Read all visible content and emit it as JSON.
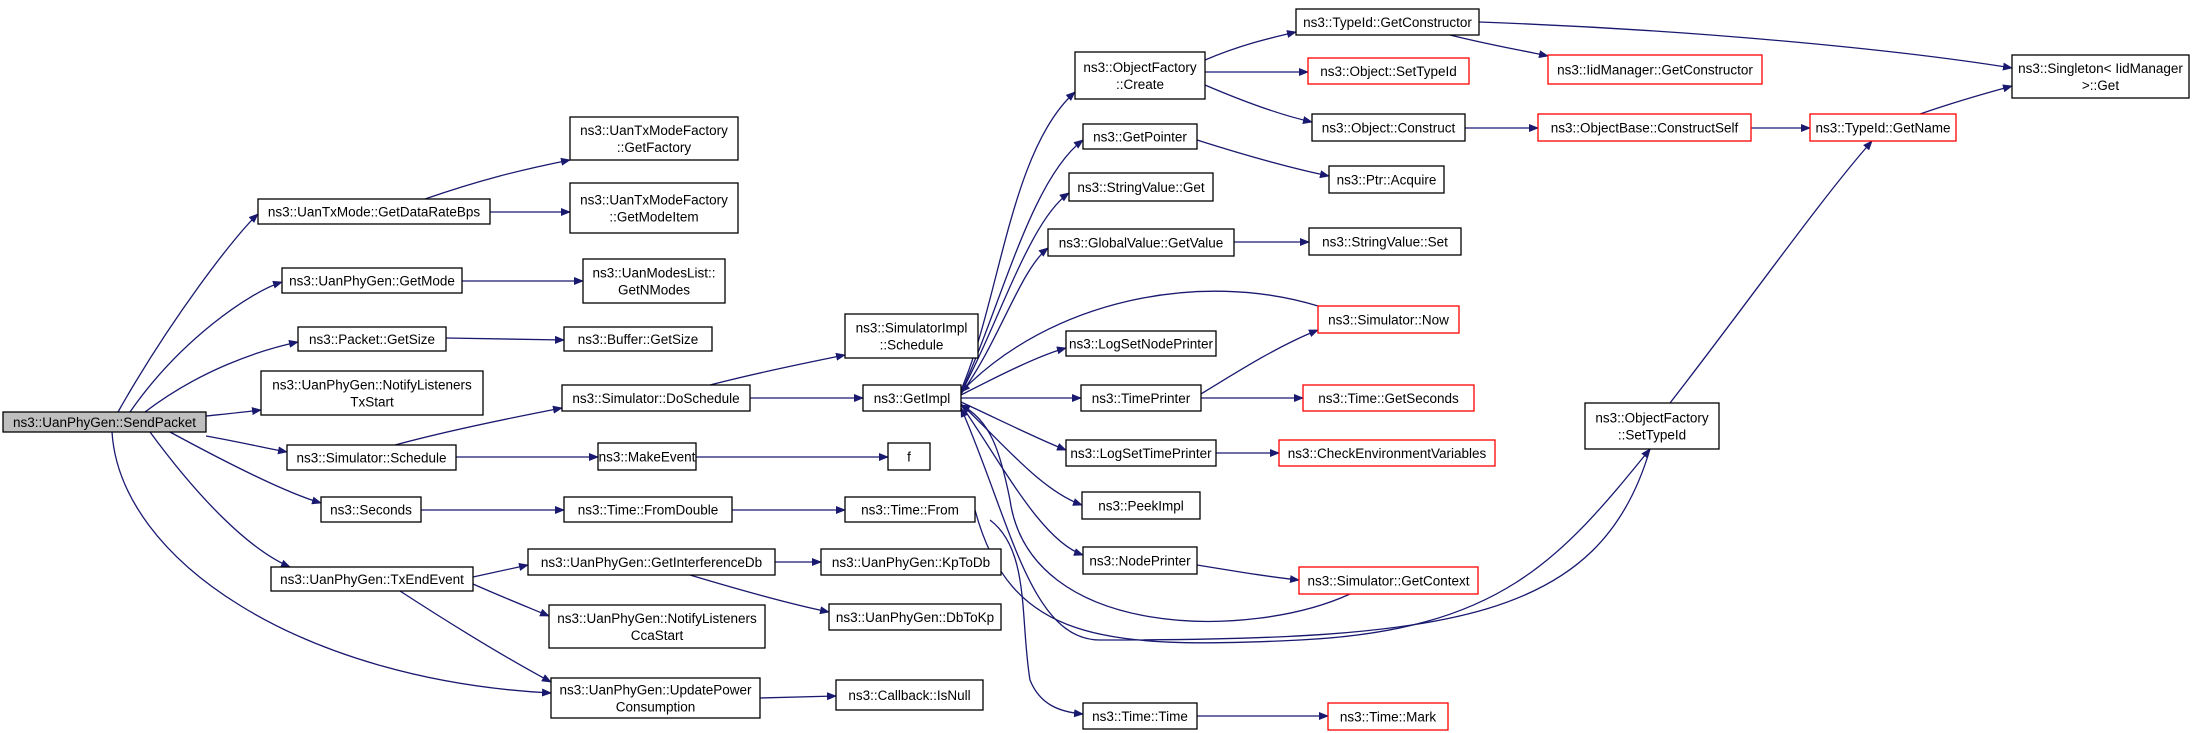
{
  "colors": {
    "edge": "#191970",
    "node_border": "#000000",
    "truncated_border": "#ff0000",
    "root_fill": "#bfbfbf",
    "node_fill": "#ffffff"
  },
  "nodes": [
    {
      "id": "sendpacket",
      "lines": [
        "ns3::UanPhyGen::SendPacket"
      ],
      "kind": "root"
    },
    {
      "id": "getdataratebps",
      "lines": [
        "ns3::UanTxMode::GetDataRateBps"
      ],
      "kind": "normal"
    },
    {
      "id": "getfactory",
      "lines": [
        "ns3::UanTxModeFactory",
        "::GetFactory"
      ],
      "kind": "normal"
    },
    {
      "id": "getmodeitem",
      "lines": [
        "ns3::UanTxModeFactory",
        "::GetModeItem"
      ],
      "kind": "normal"
    },
    {
      "id": "getmode",
      "lines": [
        "ns3::UanPhyGen::GetMode"
      ],
      "kind": "normal"
    },
    {
      "id": "getnmodes",
      "lines": [
        "ns3::UanModesList::",
        "GetNModes"
      ],
      "kind": "normal"
    },
    {
      "id": "packetgetsize",
      "lines": [
        "ns3::Packet::GetSize"
      ],
      "kind": "normal"
    },
    {
      "id": "buffergetsize",
      "lines": [
        "ns3::Buffer::GetSize"
      ],
      "kind": "normal"
    },
    {
      "id": "notifytxstart",
      "lines": [
        "ns3::UanPhyGen::NotifyListeners",
        "TxStart"
      ],
      "kind": "normal"
    },
    {
      "id": "schedule",
      "lines": [
        "ns3::Simulator::Schedule"
      ],
      "kind": "normal"
    },
    {
      "id": "doschedule",
      "lines": [
        "ns3::Simulator::DoSchedule"
      ],
      "kind": "normal"
    },
    {
      "id": "simimplschedule",
      "lines": [
        "ns3::SimulatorImpl",
        "::Schedule"
      ],
      "kind": "normal"
    },
    {
      "id": "makeevent",
      "lines": [
        "ns3::MakeEvent"
      ],
      "kind": "normal"
    },
    {
      "id": "f",
      "lines": [
        "f"
      ],
      "kind": "normal"
    },
    {
      "id": "seconds",
      "lines": [
        "ns3::Seconds"
      ],
      "kind": "normal"
    },
    {
      "id": "fromdouble",
      "lines": [
        "ns3::Time::FromDouble"
      ],
      "kind": "normal"
    },
    {
      "id": "timefrom",
      "lines": [
        "ns3::Time::From"
      ],
      "kind": "normal"
    },
    {
      "id": "txendevent",
      "lines": [
        "ns3::UanPhyGen::TxEndEvent"
      ],
      "kind": "normal"
    },
    {
      "id": "getinterferencedb",
      "lines": [
        "ns3::UanPhyGen::GetInterferenceDb"
      ],
      "kind": "normal"
    },
    {
      "id": "kptodb",
      "lines": [
        "ns3::UanPhyGen::KpToDb"
      ],
      "kind": "normal"
    },
    {
      "id": "dbtokp",
      "lines": [
        "ns3::UanPhyGen::DbToKp"
      ],
      "kind": "normal"
    },
    {
      "id": "notifyccastart",
      "lines": [
        "ns3::UanPhyGen::NotifyListeners",
        "CcaStart"
      ],
      "kind": "normal"
    },
    {
      "id": "updatepower",
      "lines": [
        "ns3::UanPhyGen::UpdatePower",
        "Consumption"
      ],
      "kind": "normal"
    },
    {
      "id": "isnull",
      "lines": [
        "ns3::Callback::IsNull"
      ],
      "kind": "normal"
    },
    {
      "id": "getimpl",
      "lines": [
        "ns3::GetImpl"
      ],
      "kind": "normal"
    },
    {
      "id": "objfactorycreate",
      "lines": [
        "ns3::ObjectFactory",
        "::Create"
      ],
      "kind": "normal"
    },
    {
      "id": "getpointer",
      "lines": [
        "ns3::GetPointer"
      ],
      "kind": "normal"
    },
    {
      "id": "stringvalueget",
      "lines": [
        "ns3::StringValue::Get"
      ],
      "kind": "normal"
    },
    {
      "id": "globalvaluegetvalue",
      "lines": [
        "ns3::GlobalValue::GetValue"
      ],
      "kind": "normal"
    },
    {
      "id": "logsetnodeprinter",
      "lines": [
        "ns3::LogSetNodePrinter"
      ],
      "kind": "normal"
    },
    {
      "id": "timeprinter",
      "lines": [
        "ns3::TimePrinter"
      ],
      "kind": "normal"
    },
    {
      "id": "logsettimeprinter",
      "lines": [
        "ns3::LogSetTimePrinter"
      ],
      "kind": "normal"
    },
    {
      "id": "peekimpl",
      "lines": [
        "ns3::PeekImpl"
      ],
      "kind": "normal"
    },
    {
      "id": "nodeprinter",
      "lines": [
        "ns3::NodePrinter"
      ],
      "kind": "normal"
    },
    {
      "id": "timetime",
      "lines": [
        "ns3::Time::Time"
      ],
      "kind": "normal"
    },
    {
      "id": "getconstructor",
      "lines": [
        "ns3::TypeId::GetConstructor"
      ],
      "kind": "normal"
    },
    {
      "id": "setdtypeid",
      "lines": [
        "ns3::Object::SetTypeId"
      ],
      "kind": "truncated"
    },
    {
      "id": "objectconstruct",
      "lines": [
        "ns3::Object::Construct"
      ],
      "kind": "normal"
    },
    {
      "id": "ptracquire",
      "lines": [
        "ns3::Ptr::Acquire"
      ],
      "kind": "normal"
    },
    {
      "id": "stringvalueset",
      "lines": [
        "ns3::StringValue::Set"
      ],
      "kind": "normal"
    },
    {
      "id": "simnow",
      "lines": [
        "ns3::Simulator::Now"
      ],
      "kind": "truncated"
    },
    {
      "id": "getseconds",
      "lines": [
        "ns3::Time::GetSeconds"
      ],
      "kind": "truncated"
    },
    {
      "id": "checkenv",
      "lines": [
        "ns3::CheckEnvironmentVariables"
      ],
      "kind": "truncated"
    },
    {
      "id": "getcontext",
      "lines": [
        "ns3::Simulator::GetContext"
      ],
      "kind": "truncated"
    },
    {
      "id": "timemark",
      "lines": [
        "ns3::Time::Mark"
      ],
      "kind": "truncated"
    },
    {
      "id": "iidgetconstructor",
      "lines": [
        "ns3::IidManager::GetConstructor"
      ],
      "kind": "truncated"
    },
    {
      "id": "constructself",
      "lines": [
        "ns3::ObjectBase::ConstructSelf"
      ],
      "kind": "truncated"
    },
    {
      "id": "typeidgetname",
      "lines": [
        "ns3::TypeId::GetName"
      ],
      "kind": "truncated"
    },
    {
      "id": "singletonget",
      "lines": [
        "ns3::Singleton< IidManager",
        ">::Get"
      ],
      "kind": "normal"
    },
    {
      "id": "objfactorysettypeid",
      "lines": [
        "ns3::ObjectFactory",
        "::SetTypeId"
      ],
      "kind": "normal"
    }
  ]
}
